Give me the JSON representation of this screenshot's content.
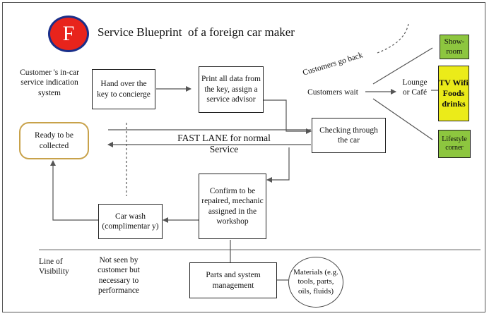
{
  "title": {
    "logo_letter": "F",
    "text": "Service Blueprint  of a foreign car maker"
  },
  "nodes": {
    "indication": "Customer 's in-car service indication system",
    "hand_over": "Hand  over the key to concierge",
    "print_data": "Print all data from the key, assign a service advisor",
    "customers_wait": "Customers wait",
    "customers_go_back": "Customers go back",
    "lounge": "Lounge or Café",
    "showroom": "Show-room",
    "tv_wifi": "TV Wifi Foods drinks",
    "lifestyle": "Lifestyle corner",
    "ready": "Ready to be collected",
    "fast_lane": "FAST LANE for normal Service",
    "checking": "Checking through  the car",
    "confirm": "Confirm to be repaired, mechanic assigned in the workshop",
    "car_wash": "Car wash (complimentar y)",
    "line_of_visibility": "Line of Visibility",
    "not_seen": "Not seen by customer but necessary to performance",
    "parts": "Parts and system management",
    "materials": "Materials (e.g. tools, parts, oils, fluids)"
  },
  "colors": {
    "logo_red": "#e8241c",
    "green": "#8dc63f",
    "yellow": "#ebeb19",
    "ready_border": "#c8a24a",
    "line_of_visibility": "#8a8a8a"
  }
}
